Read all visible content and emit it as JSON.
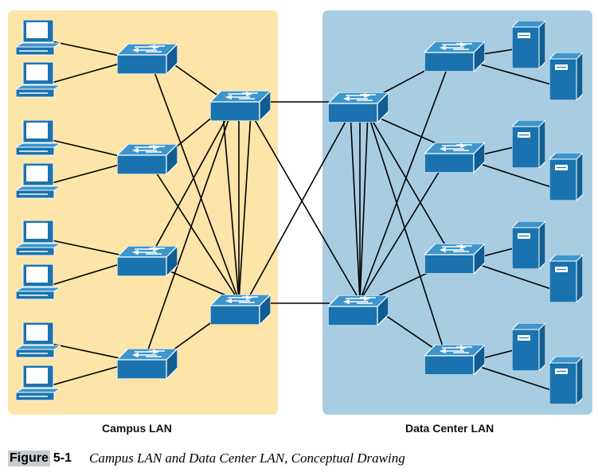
{
  "zones": {
    "campus_label": "Campus LAN",
    "datacenter_label": "Data Center LAN"
  },
  "caption": {
    "tag": "Figure",
    "number": "5-1",
    "text": "Campus LAN and Data Center LAN, Conceptual Drawing"
  },
  "colors": {
    "campus_background": "#fde4a8",
    "datacenter_background": "#a8cde3",
    "switch_face": "#1a73ae",
    "switch_top": "#3d95cc",
    "pc_body": "#1a73ae",
    "server_body": "#1a73ae",
    "link": "#000000"
  },
  "icons": {
    "pc": "desktop-computer-icon",
    "switch": "lan-switch-icon",
    "server": "server-tower-icon"
  }
}
